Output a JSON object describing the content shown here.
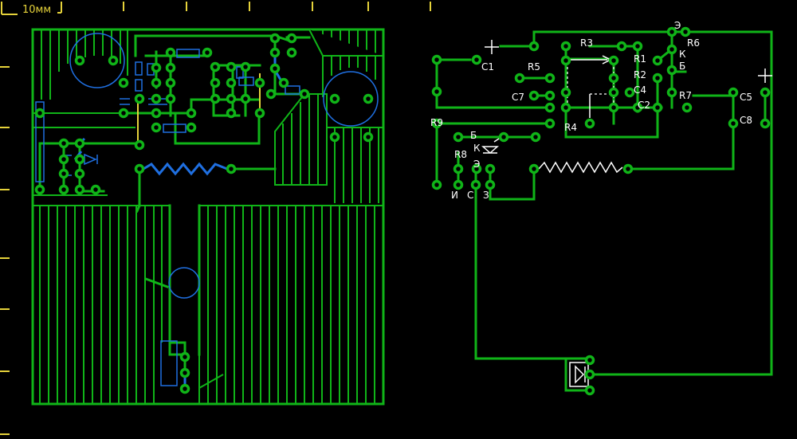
{
  "scale": {
    "label": "10мм",
    "color": "#e5d23a"
  },
  "colors": {
    "background": "#000000",
    "copper": "#10b418",
    "component_outline": "#1f6fe0",
    "marker": "#e5d23a",
    "silkscreen": "#ffffff"
  },
  "components": {
    "resistors": [
      "R1",
      "R2",
      "R3",
      "R4",
      "R5",
      "R6",
      "R7",
      "R8",
      "R9"
    ],
    "capacitors": [
      "C1",
      "C2",
      "C4",
      "C5",
      "C7",
      "C8"
    ],
    "transistor_1": {
      "e": "Э",
      "k": "К",
      "b": "Б"
    },
    "transistor_2": {
      "b": "Б",
      "k": "К",
      "e": "Э"
    },
    "fet_pins": {
      "source": "И",
      "gate": "С",
      "drain": "З"
    }
  }
}
